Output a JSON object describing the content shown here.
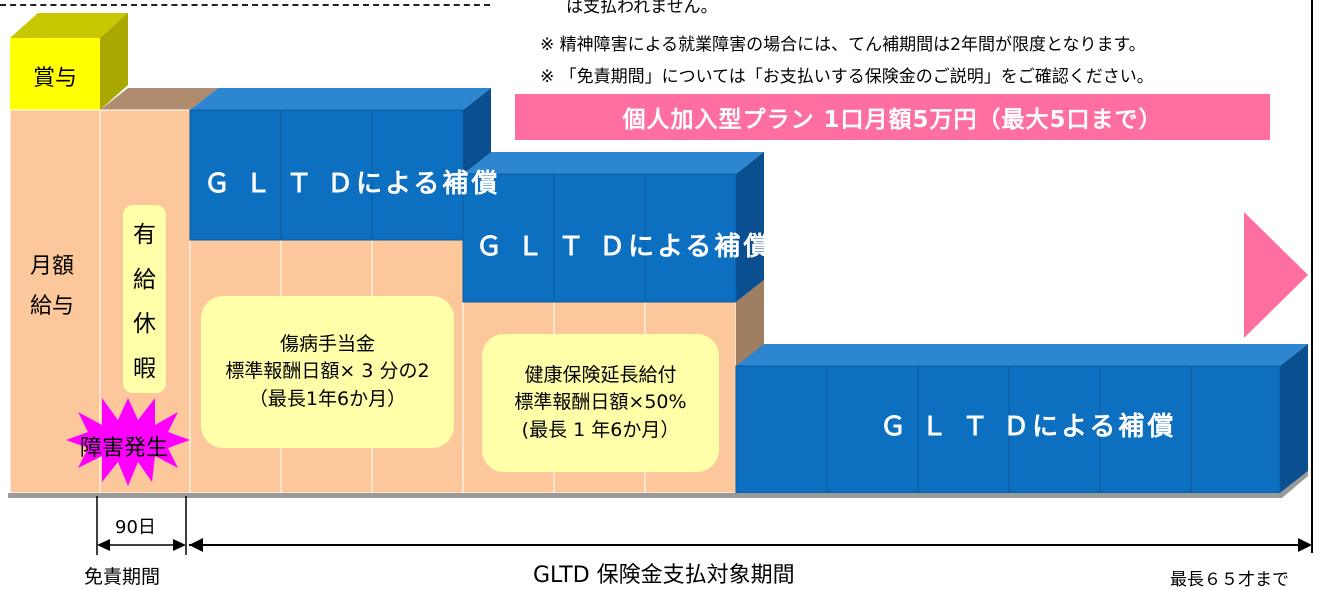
{
  "notes": {
    "line0": "は支払われません。",
    "line1": "※  精神障害による就業障害の場合には、てん補期間は2年間が限度となります。",
    "line2": "※  「免責期間」については「お支払いする保険金のご説明」をご確認ください。"
  },
  "plan_banner": "個人加入型プラン  1口月額5万円（最大5口まで）",
  "bonus": "賞与",
  "salary": [
    "月額",
    "給与"
  ],
  "paid_leave": [
    "有",
    "給",
    "休",
    "暇"
  ],
  "sick_allowance": [
    "傷病手当金",
    "標準報酬日額× 3 分の2",
    "（最長1年6か月）"
  ],
  "health_ext": [
    "健康保険延長給付",
    "標準報酬日額×50%",
    "(最長 1 年6か月）"
  ],
  "gltd_label": "Ｇ Ｌ Ｔ Ｄによる補償",
  "onset": "障害発生",
  "ninety_days": "90日",
  "deductible": "免責期間",
  "coverage_period": "GLTD 保険金支払対象期間",
  "max_age": "最長６５才まで",
  "colors": {
    "salary": "#fcc89b",
    "bonus": "#ffff00",
    "gltd": "#0d6fbf",
    "bubble": "#ffffaa",
    "pink": "#ff6ea0",
    "starburst": "#ff00ff"
  }
}
